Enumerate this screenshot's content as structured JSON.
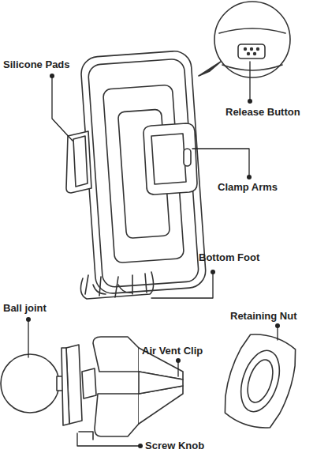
{
  "diagram": {
    "labels": [
      "Silicone Pads",
      "Release Button",
      "Clamp Arms",
      "Bottom Foot",
      "Ball joint",
      "Air Vent Clip",
      "Retaining Nut",
      "Screw Knob"
    ]
  }
}
